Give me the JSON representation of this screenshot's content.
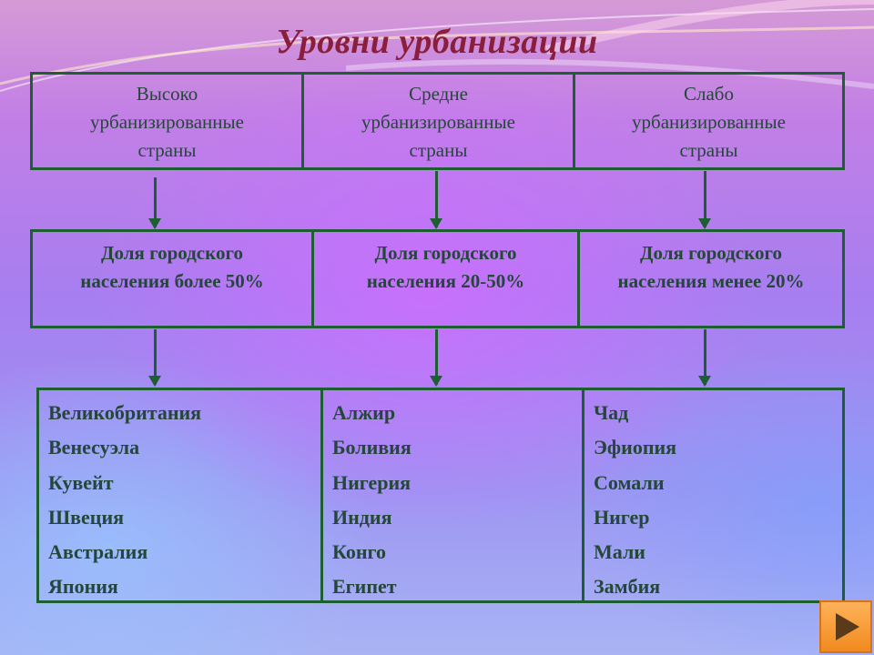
{
  "title": "Уровни урбанизации",
  "levels": [
    "Высоко\nурбанизированные\nстраны",
    "Средне\nурбанизированные\nстраны",
    "Слабо\nурбанизированные\nстраны"
  ],
  "shares": [
    "Доля городского\nнаселения более 50%",
    "Доля городского\nнаселения 20-50%",
    "Доля городского\nнаселения менее 20%"
  ],
  "countries": [
    [
      "Великобритания",
      "Венесуэла",
      "Кувейт",
      "Швеция",
      "Австралия",
      "Япония"
    ],
    [
      "Алжир",
      "Боливия",
      "Нигерия",
      "Индия",
      "Конго",
      "Египет"
    ],
    [
      "Чад",
      "Эфиопия",
      "Сомали",
      "Нигер",
      "Мали",
      "Замбия"
    ]
  ],
  "colors": {
    "border": "#1d5e33",
    "title": "#8b1e3a",
    "text": "#24473a",
    "nav": "#f08a1e"
  },
  "nav": {
    "icon": "play-next-icon"
  }
}
